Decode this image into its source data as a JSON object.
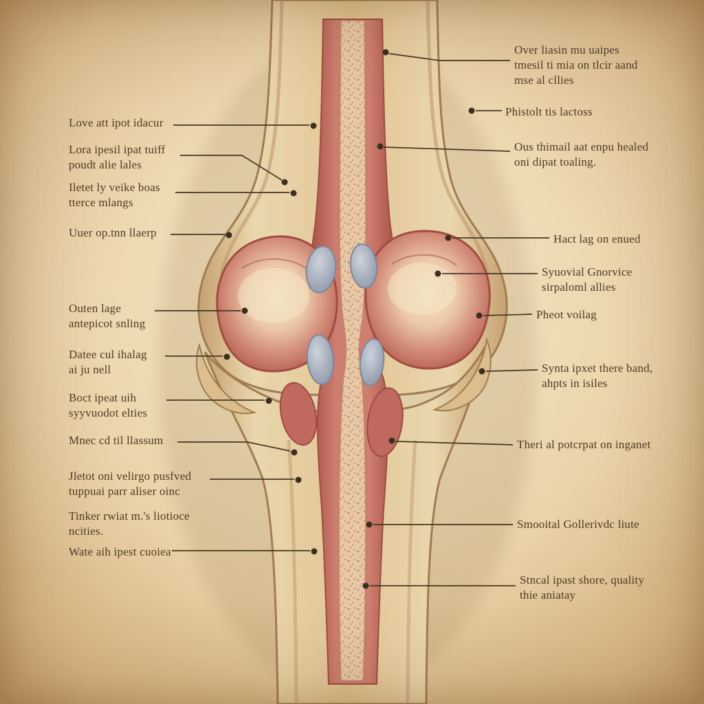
{
  "figure": {
    "kind": "vintage-anatomical-illustration",
    "subject": "joint cross-section (knee-like joint) on parchment"
  },
  "palette": {
    "parchment": "#e6cd9f",
    "ink": "#4e3b26",
    "bone_tan": "#e2c493",
    "bone_edge": "#a07c50",
    "tissue_red": "#c0695e",
    "tissue_red_dark": "#9e4b42",
    "marrow_speckle": "#e7c7a4",
    "cartilage_gray": "#9aa2b1"
  },
  "labels": {
    "left": [
      {
        "text": "Love att ipot idacur"
      },
      {
        "text": "Lora ipesil ipat tuiff\npoudt alie lales"
      },
      {
        "text": "Iletet ly veike boas\ntterce mlangs"
      },
      {
        "text": "Uuer op.tnn llaerp"
      },
      {
        "text": "Outen lage\nantepicot snling"
      },
      {
        "text": "Datee cul ihalag\nai ju nell"
      },
      {
        "text": "Boct ipeat uih\nsyyvuodot elties"
      },
      {
        "text": "Mnec cd til llassum"
      },
      {
        "text": "Jletot oni velirgo pusfved\ntuppuai parr aliser oinc"
      },
      {
        "text": "Tinker rwiat m.'s liotioce\nncities."
      },
      {
        "text": "Wate aih ipest cuoiea"
      }
    ],
    "right": [
      {
        "text": "Over liasin mu uaipes\ntmesil ti mia on tlcir aand\nmse al cllies"
      },
      {
        "text": "Phistolt tis lactoss"
      },
      {
        "text": "Ous thimail aat enpu healed\noni dipat toaling."
      },
      {
        "text": "Hact lag on enued"
      },
      {
        "text": "Syuovial Gnorvice\nsirpaloml allies"
      },
      {
        "text": "Pheot voilag"
      },
      {
        "text": "Synta ipxet there band,\nahpts in isiles"
      },
      {
        "text": "Theri al potcrpat on inganet"
      },
      {
        "text": "Smooital Gollerivdc liute"
      },
      {
        "text": "Stncal ipast shore, quality\nthie aniatay"
      }
    ]
  }
}
